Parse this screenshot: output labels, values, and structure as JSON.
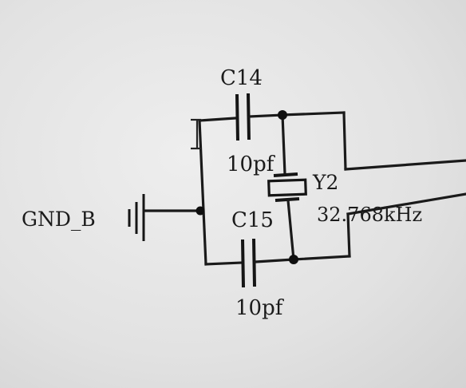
{
  "schematic": {
    "ground_net": "GND_B",
    "capacitors": [
      {
        "designator": "C14",
        "value": "10pf"
      },
      {
        "designator": "C15",
        "value": "10pf"
      }
    ],
    "crystal": {
      "designator": "Y2",
      "frequency": "32.768kHz"
    }
  }
}
